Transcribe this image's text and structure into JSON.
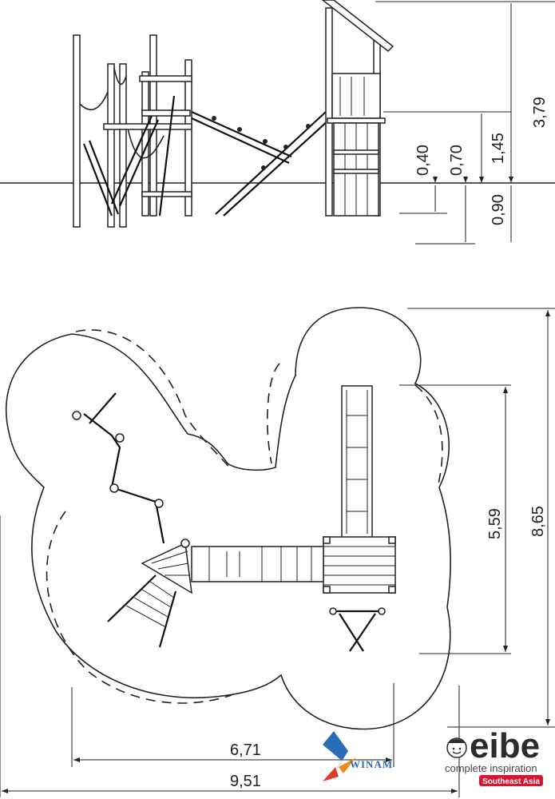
{
  "elevation": {
    "dimensions": {
      "total_height": "3,79",
      "platform_height": "1,45",
      "fall_height_a": "0,40",
      "fall_height_b": "0,70",
      "foundation_depth": "0,90"
    }
  },
  "plan": {
    "dimensions": {
      "overall_width": "9,51",
      "inner_width": "6,71",
      "overall_depth": "8,65",
      "inner_depth": "5,59"
    }
  },
  "logos": {
    "winam": {
      "name": "WINAM",
      "colors": {
        "blue": "#2a6db5",
        "red": "#e03a2a",
        "orange": "#f08a1d"
      }
    },
    "eibe": {
      "name": "eibe",
      "tagline": "complete inspiration",
      "region": "Southeast Asia",
      "colors": {
        "accent": "#d9142e",
        "text": "#2b2b2b"
      }
    }
  }
}
